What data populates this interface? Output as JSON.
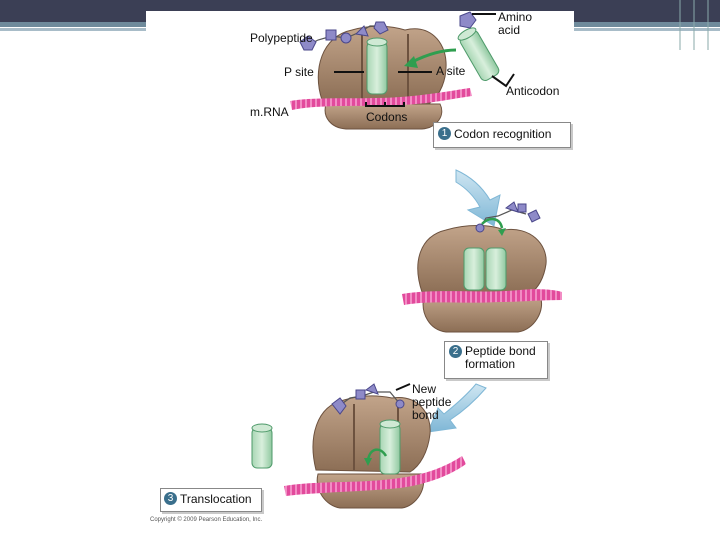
{
  "labels": {
    "amino_acid": "Amino\nacid",
    "polypeptide": "Polypeptide",
    "p_site": "P site",
    "a_site": "A site",
    "anticodon": "Anticodon",
    "mrna": "m.RNA",
    "codons": "Codons",
    "new_peptide_bond": "New\npeptide\nbond"
  },
  "steps": [
    {
      "number": "1",
      "label": "Codon recognition"
    },
    {
      "number": "2",
      "label": "Peptide bond\nformation"
    },
    {
      "number": "3",
      "label": "Translocation"
    }
  ],
  "copyright": "Copyright © 2009 Pearson Education, Inc.",
  "colors": {
    "ribosome": "#a88a72",
    "ribosome_dark": "#7a5e48",
    "trna": "#b8dcc0",
    "trna_dark": "#4e9a6a",
    "mrna": "#e0489a",
    "polypeptide": "#8e8ac8",
    "arrow": "#9ccbe3",
    "step_badge": "#3a6f8c"
  }
}
